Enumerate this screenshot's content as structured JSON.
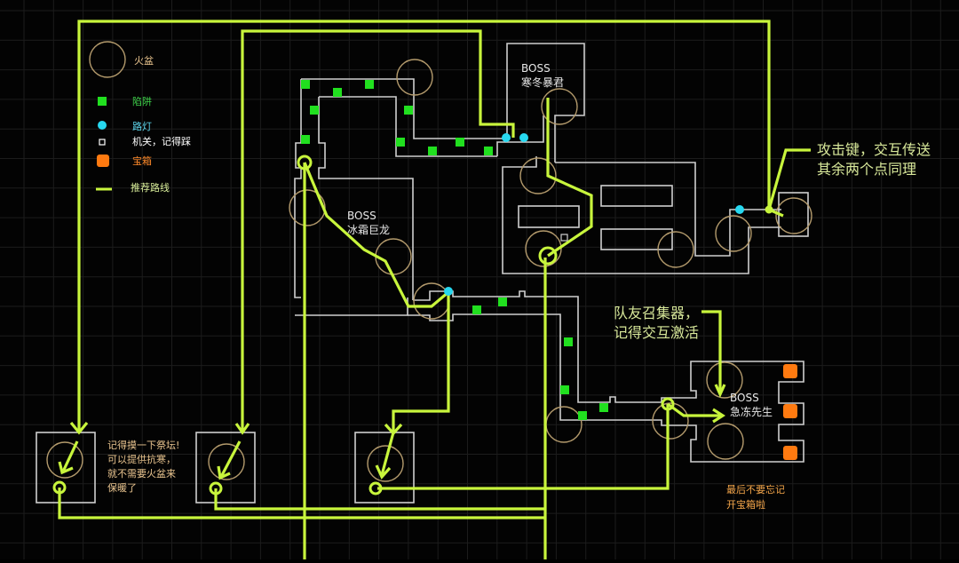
{
  "colors": {
    "background": "#030303",
    "grid": "#1f1f1f",
    "wall": "#cfcfcf",
    "brazier": "#b39a6c",
    "trap": "#21e01f",
    "lamp": "#27d8f0",
    "chest": "#ff7a10",
    "route": "#c8f53c",
    "legend_brazier_text": "#e9c48f",
    "legend_trap_text": "#3ed34a",
    "legend_lamp_text": "#5fd7ee",
    "legend_switch_text": "#ffffff",
    "legend_chest_text": "#ff8a2a",
    "legend_route_text": "#d9ee9a"
  },
  "legend": {
    "items": [
      {
        "icon": "brazier-icon",
        "label": "火盆"
      },
      {
        "icon": "trap-icon",
        "label": "陷阱"
      },
      {
        "icon": "lamp-icon",
        "label": "路灯"
      },
      {
        "icon": "switch-icon",
        "label": "机关，记得踩"
      },
      {
        "icon": "chest-icon",
        "label": "宝箱"
      },
      {
        "icon": "route-icon",
        "label": "推荐路线"
      }
    ]
  },
  "bosses": [
    {
      "title": "BOSS",
      "name": "寒冬暴君"
    },
    {
      "title": "BOSS",
      "name": "冰霜巨龙"
    },
    {
      "title": "BOSS",
      "name": "急冻先生"
    }
  ],
  "notes": {
    "teleport": [
      "攻击键，交互传送",
      "其余两个点同理"
    ],
    "summoner": [
      "队友召集器，",
      "记得交互激活"
    ],
    "altar": [
      "记得摸一下祭坛!",
      "可以提供抗寒，",
      "就不需要火盆来",
      "保暖了"
    ],
    "chest": [
      "最后不要忘记",
      "开宝箱啦"
    ]
  }
}
